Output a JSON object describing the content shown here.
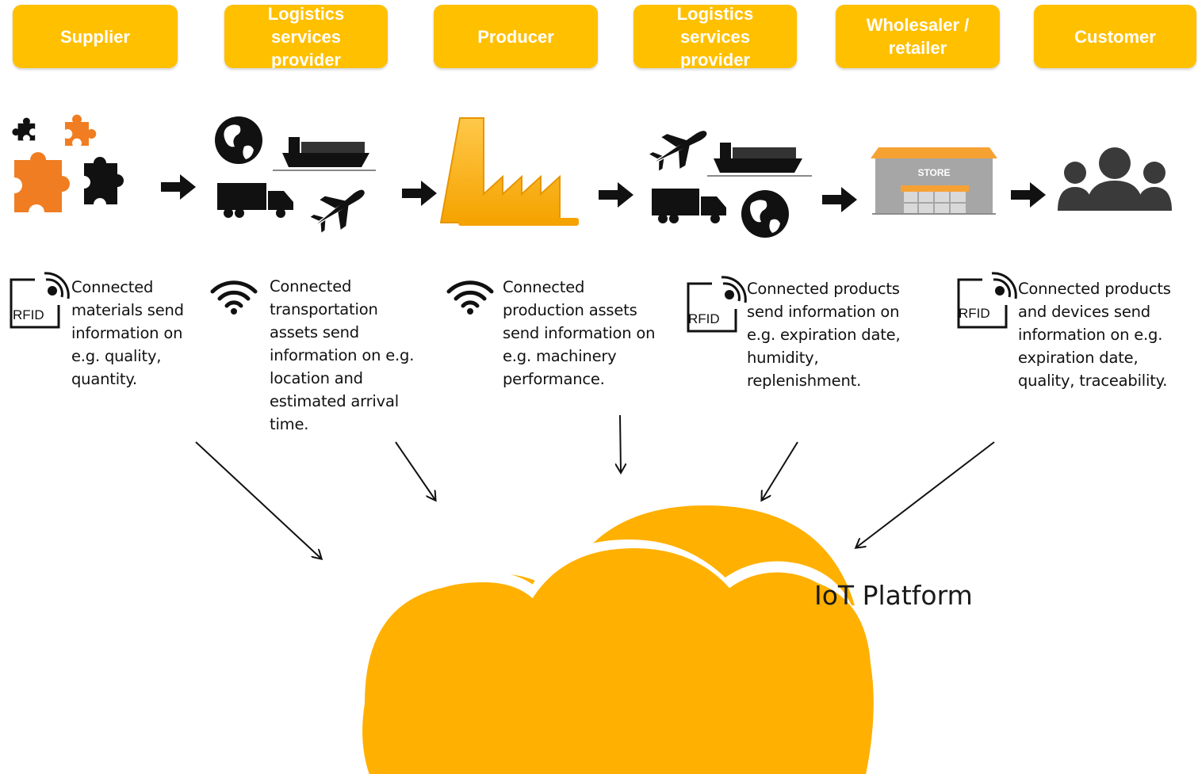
{
  "stages": [
    {
      "label": "Supplier"
    },
    {
      "label": "Logistics\nservices\nprovider"
    },
    {
      "label": "Producer"
    },
    {
      "label": "Logistics\nservices\nprovider"
    },
    {
      "label": "Wholesaler /\nretailer"
    },
    {
      "label": "Customer"
    }
  ],
  "descriptions": [
    {
      "sensor": "RFID",
      "sensor_icon": "rfid-tag-icon",
      "text": "Connected\nmaterials send\ninformation on\ne.g. quality,\nquantity."
    },
    {
      "sensor": "",
      "sensor_icon": "wifi-icon",
      "text": "Connected\ntransportation\nassets send\ninformation on e.g.\nlocation and\nestimated arrival\ntime."
    },
    {
      "sensor": "",
      "sensor_icon": "wifi-icon",
      "text": "Connected\nproduction assets\nsend information on\ne.g. machinery\nperformance."
    },
    {
      "sensor": "RFID",
      "sensor_icon": "rfid-tag-icon",
      "text": "Connected products\nsend information on\ne.g. expiration date,\nhumidity,\nreplenishment."
    },
    {
      "sensor": "RFID",
      "sensor_icon": "rfid-tag-icon",
      "text": "Connected products\nand devices send\ninformation on e.g.\nexpiration date,\nquality, traceability."
    }
  ],
  "icons": [
    "puzzle-pieces-icon",
    "globe-ship-truck-plane-icon",
    "factory-icon",
    "plane-ship-truck-globe-icon",
    "store-icon",
    "people-group-icon"
  ],
  "store_sign": "STORE",
  "platform": {
    "label": "IoT Platform",
    "icon": "cloud-icon"
  },
  "colors": {
    "accent": "#FFC000",
    "puzzle_orange": "#F07D22",
    "cloud": "#FFB000",
    "store_roof": "#F6A233",
    "store_body": "#A6A6A6"
  }
}
